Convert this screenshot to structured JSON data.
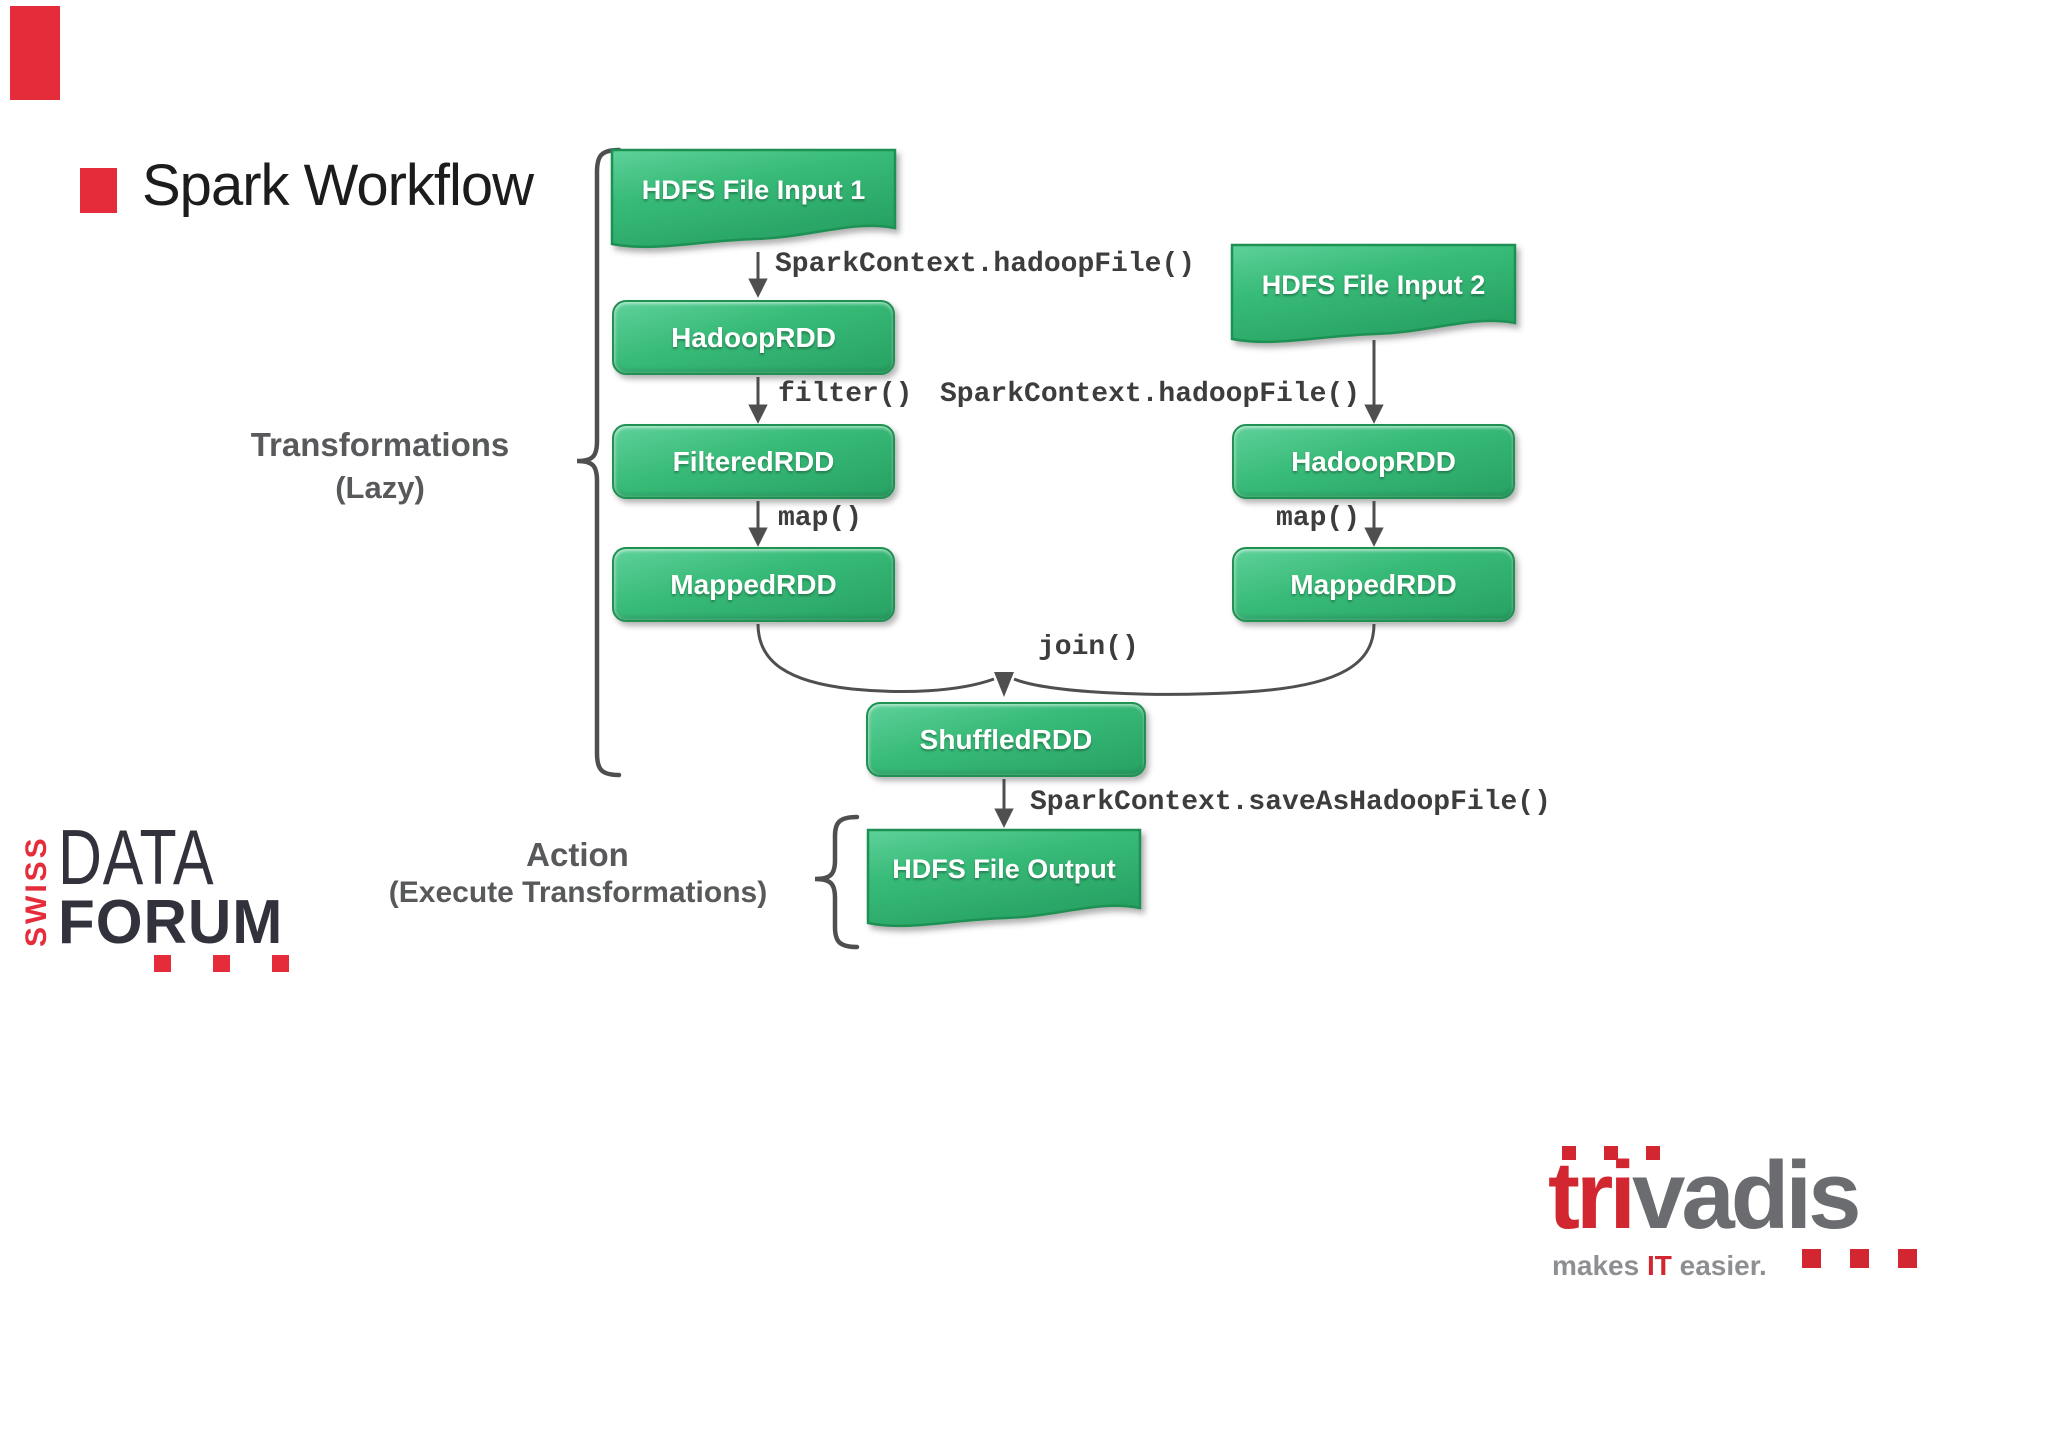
{
  "slide": {
    "title": "Spark Workflow"
  },
  "groups": {
    "transformations": {
      "line1": "Transformations",
      "line2": "(Lazy)"
    },
    "action": {
      "line1": "Action",
      "line2": "(Execute Transformations)"
    }
  },
  "nodes": {
    "file_input_1": "HDFS File Input 1",
    "hadoop_rdd_left": "HadoopRDD",
    "filtered_rdd": "FilteredRDD",
    "mapped_rdd_left": "MappedRDD",
    "file_input_2": "HDFS File Input 2",
    "hadoop_rdd_right": "HadoopRDD",
    "mapped_rdd_right": "MappedRDD",
    "shuffled_rdd": "ShuffledRDD",
    "file_output": "HDFS File Output"
  },
  "edges": {
    "hadoop_file_left": "SparkContext.hadoopFile()",
    "filter": "filter()",
    "map_left": "map()",
    "hadoop_file_right": "SparkContext.hadoopFile()",
    "map_right": "map()",
    "join": "join()",
    "save_as_hadoop_file": "SparkContext.saveAsHadoopFile()"
  },
  "logos": {
    "swiss_data_forum": {
      "swiss": "SWISS",
      "data": "DATA",
      "forum": "FORUM"
    },
    "trivadis": {
      "tri": "tri",
      "vadis": "vadis",
      "tagline_makes": "makes ",
      "tagline_it": "IT",
      "tagline_easier": " easier."
    }
  },
  "colors": {
    "accent_red": "#e52c3a",
    "trivadis_red": "#d22730",
    "node_green": "#38bb78",
    "node_green_light": "#5ed19a",
    "node_border": "#1f9152",
    "connector_gray": "#4f4f4f",
    "code_text": "#3d3d3d",
    "heading_gray": "#58595b",
    "logo_dark": "#32323c",
    "tagline_gray": "#8d8f92",
    "title_black": "#1c1c1c"
  }
}
